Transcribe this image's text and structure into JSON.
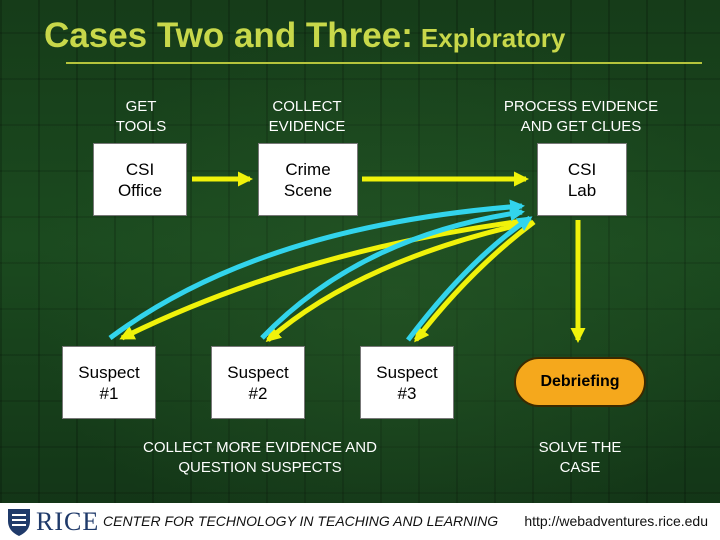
{
  "title": {
    "main": "Cases Two and Three:",
    "sub": "Exploratory"
  },
  "headers": {
    "get_tools": "GET TOOLS",
    "collect_evidence": "COLLECT EVIDENCE",
    "process_evidence": "PROCESS EVIDENCE AND GET CLUES"
  },
  "nodes": {
    "csi_office": "CSI Office",
    "crime_scene": "Crime Scene",
    "csi_lab": "CSI Lab",
    "suspect1": "Suspect #1",
    "suspect2": "Suspect #2",
    "suspect3": "Suspect #3",
    "debriefing": "Debriefing"
  },
  "notes": {
    "collect_more": "COLLECT MORE EVIDENCE AND QUESTION SUSPECTS",
    "solve_case": "SOLVE THE CASE"
  },
  "footer": {
    "logo_text": "RICE",
    "center_name": "CENTER FOR TECHNOLOGY IN TEACHING AND LEARNING",
    "url": "http://webadventures.rice.edu"
  },
  "colors": {
    "title": "#c8d84a",
    "arrow_yellow": "#f0f20a",
    "arrow_cyan": "#32d4ec",
    "debriefing_fill": "#f5a81c"
  }
}
